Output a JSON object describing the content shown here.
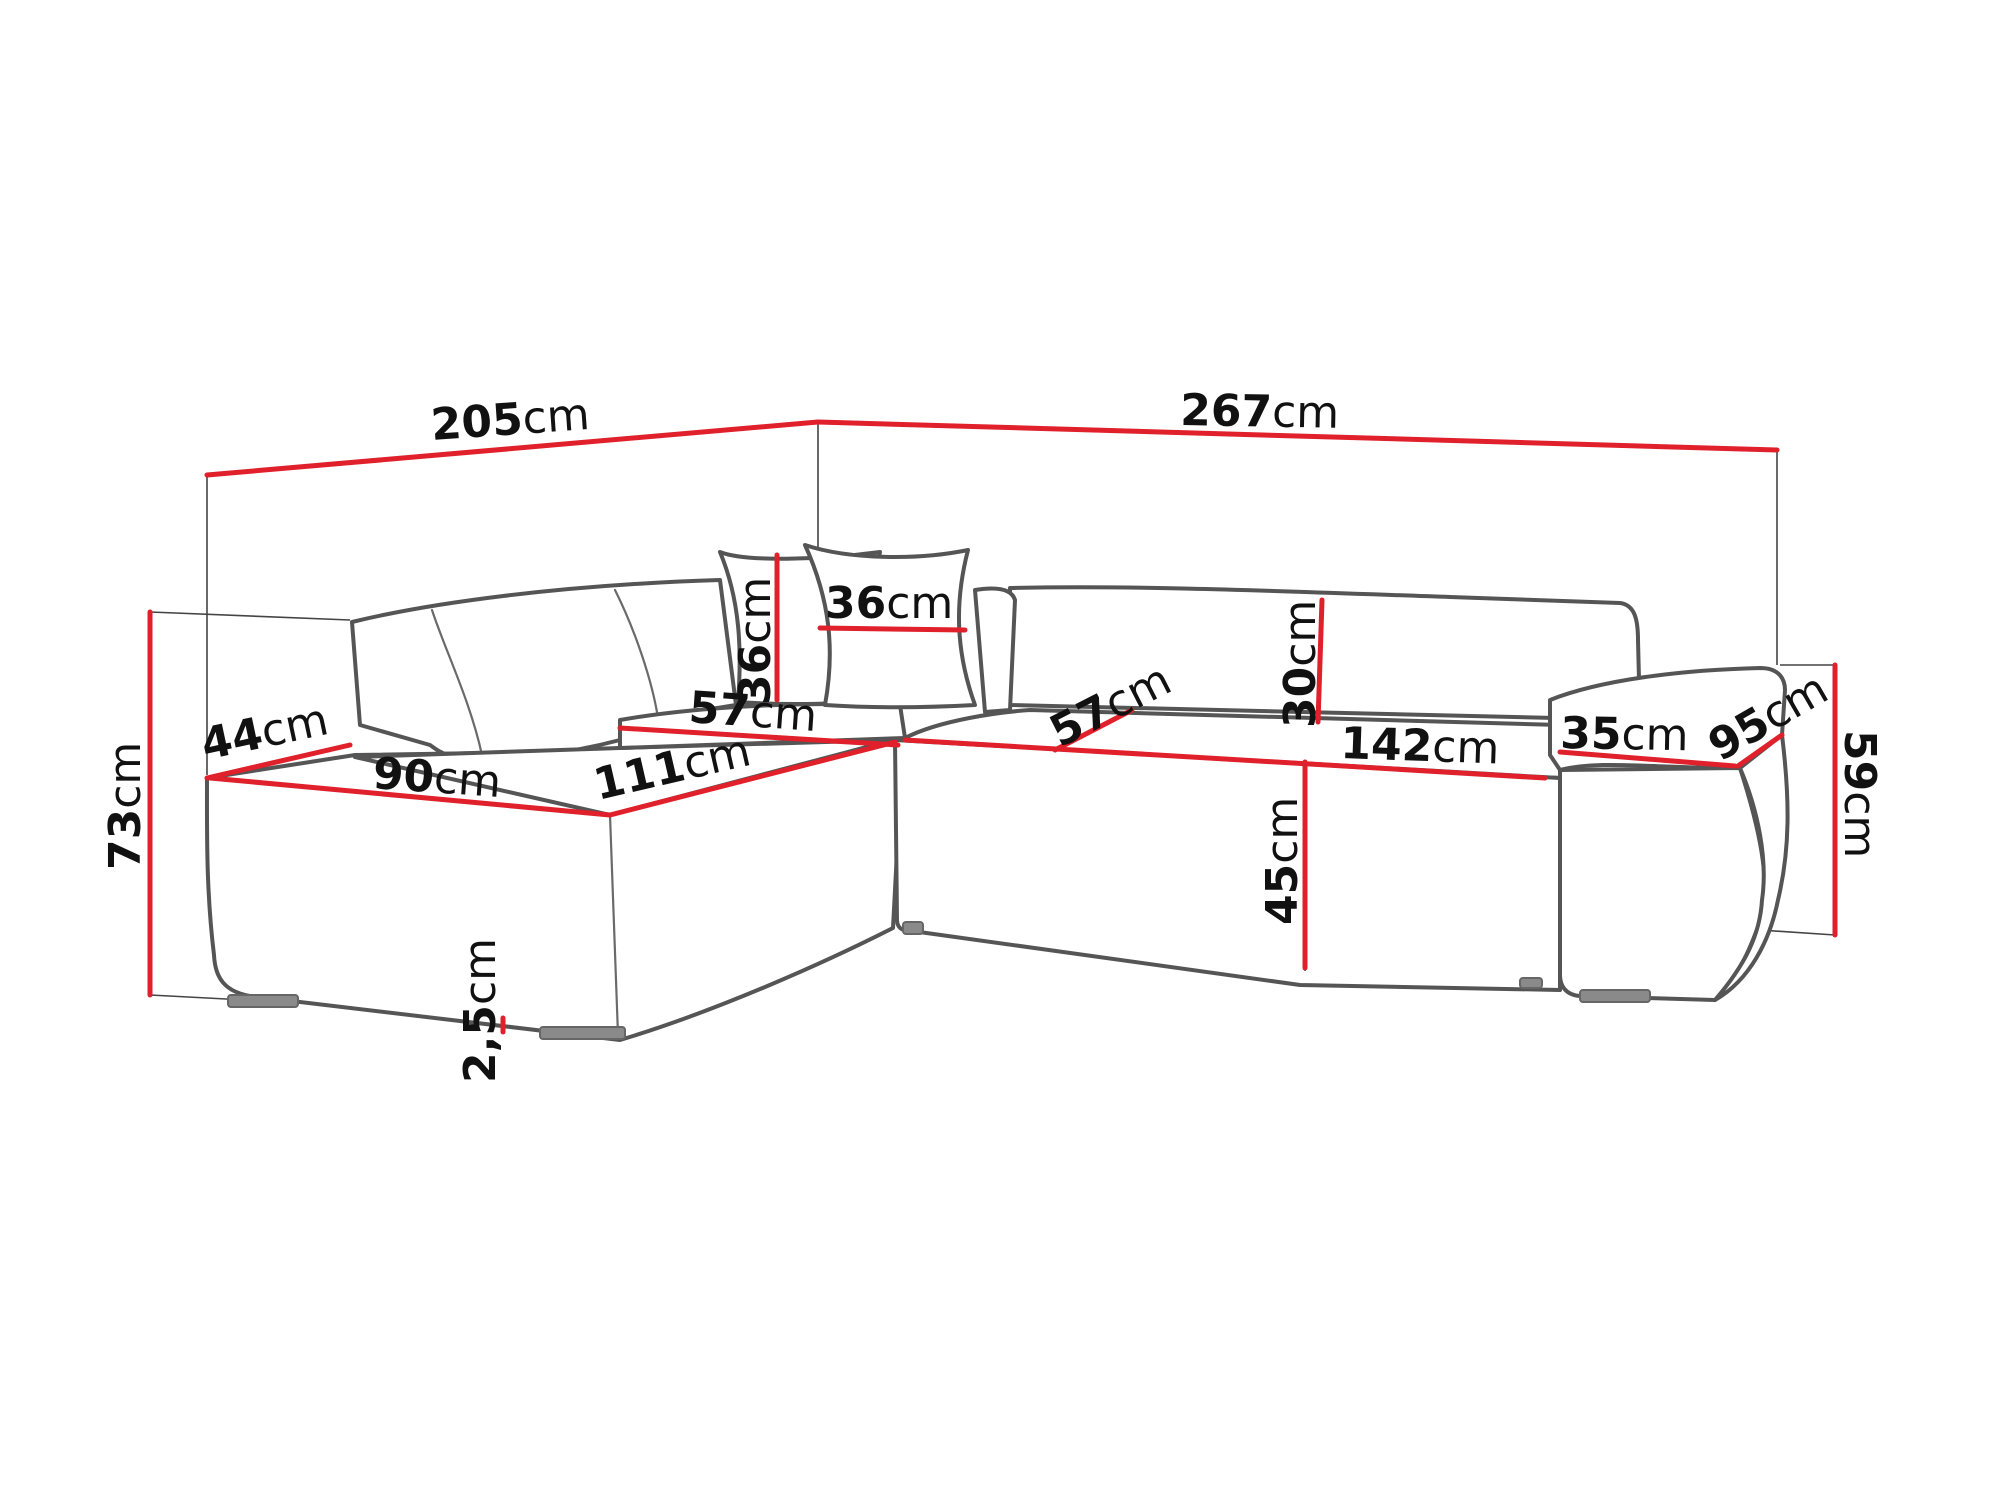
{
  "diagram": {
    "unit": "cm",
    "dimensions": {
      "back_left_width": "205",
      "back_right_width": "267",
      "overall_height": "73",
      "armrest_depth_left": "44",
      "left_seat_front": "90",
      "chaise_length": "111",
      "chaise_seat_depth": "57",
      "pillow_height": "36",
      "pillow_width": "36",
      "right_seat_depth": "57",
      "backrest_height": "30",
      "seat_width_right": "142",
      "armrest_width": "35",
      "right_depth": "95",
      "arm_height": "59",
      "seat_height": "45",
      "leg_height": "2,5"
    },
    "colors": {
      "dimension_line": "#e0202a",
      "outline": "#555555"
    }
  }
}
